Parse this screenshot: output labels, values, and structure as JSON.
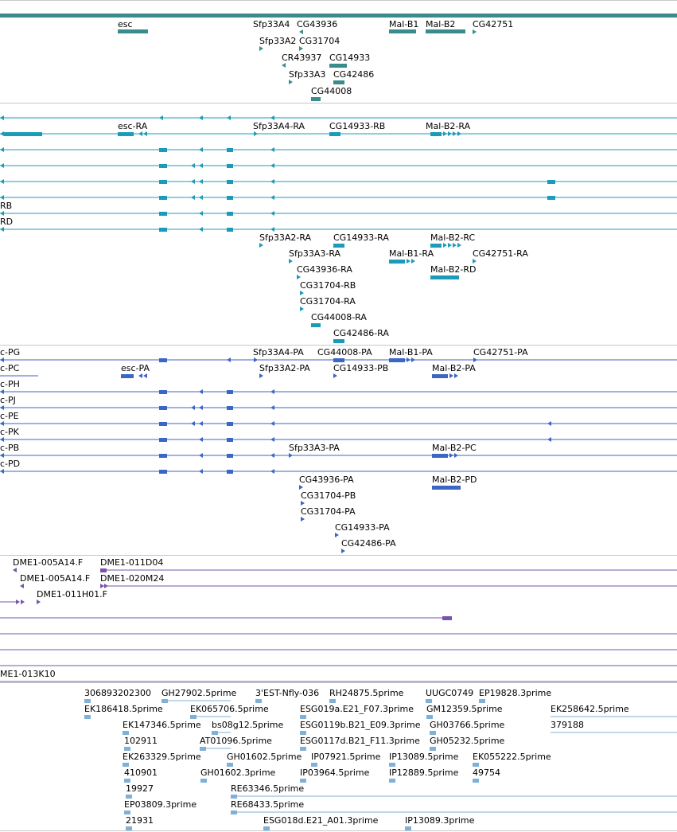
{
  "colors": {
    "gene": "#3a8c8c",
    "tx_flybase": "#1c9bb8",
    "tx_refseq": "#3b66c4",
    "clone": "#7754a8",
    "est": "#7fb0d8",
    "separator": "#c8c8c8"
  },
  "tracks": {
    "genes": {
      "labels": [
        "esc",
        "Sfp33A4",
        "CG43936",
        "Mal-B1",
        "Mal-B2",
        "CG42751",
        "Sfp33A2",
        "CG31704",
        "CR43937",
        "CG14933",
        "Sfp33A3",
        "CG42486",
        "CG44008"
      ]
    },
    "flybase_transcripts": {
      "labels": [
        "esc-RA",
        "Sfp33A4-RA",
        "CG14933-RB",
        "Mal-B2-RA",
        "RB",
        "RD",
        "Sfp33A2-RA",
        "CG14933-RA",
        "Mal-B2-RC",
        "Sfp33A3-RA",
        "Mal-B1-RA",
        "CG42751-RA",
        "CG43936-RA",
        "Mal-B2-RD",
        "CG31704-RB",
        "CG31704-RA",
        "CG44008-RA",
        "CG42486-RA"
      ]
    },
    "refseq_transcripts": {
      "labels": [
        "c-PG",
        "Sfp33A4-PA",
        "CG44008-PA",
        "Mal-B1-PA",
        "CG42751-PA",
        "c-PC",
        "esc-PA",
        "Sfp33A2-PA",
        "CG14933-PB",
        "Mal-B2-PA",
        "c-PH",
        "c-PJ",
        "c-PE",
        "c-PK",
        "c-PB",
        "Sfp33A3-PA",
        "Mal-B2-PC",
        "c-PD",
        "CG43936-PA",
        "Mal-B2-PD",
        "CG31704-PB",
        "CG31704-PA",
        "CG14933-PA",
        "CG42486-PA"
      ]
    },
    "clones": {
      "labels": [
        "DME1-005A14.F",
        "DME1-011D04",
        "DME1-005A14.F",
        "DME1-020M24",
        "DME1-011H01.F",
        "ME1-013K10"
      ]
    },
    "ests": {
      "labels": [
        "306893202300",
        "GH27902.5prime",
        "3'EST-Nfly-036",
        "RH24875.5prime",
        "UUGC0749",
        "EP19828.3prime",
        "EK186418.5prime",
        "EK065706.5prime",
        "ESG019a.E21_F07.3prime",
        "GM12359.5prime",
        "EK258642.5prime",
        "EK147346.5prime",
        "bs08g12.5prime",
        "ESG0119b.B21_E09.3prime",
        "GH03766.5prime",
        "379188",
        "102911",
        "AT01096.5prime",
        "ESG0117d.B21_F11.3prime",
        "GH05232.5prime",
        "EK263329.5prime",
        "GH01602.5prime",
        "IP07921.5prime",
        "IP13089.5prime",
        "EK055222.5prime",
        "410901",
        "GH01602.3prime",
        "IP03964.5prime",
        "IP12889.5prime",
        "49754",
        "19927",
        "RE63346.5prime",
        "EP03809.3prime",
        "RE68433.5prime",
        "21931",
        "ESG018d.E21_A01.3prime",
        "IP13089.3prime"
      ]
    }
  }
}
